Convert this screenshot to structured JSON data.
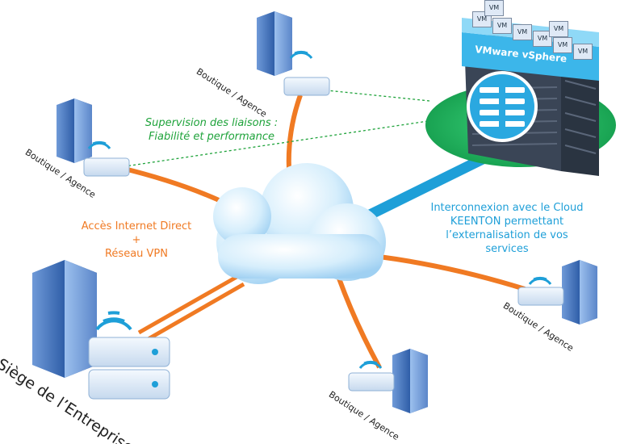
{
  "labels": {
    "branch": "Boutique / Agence",
    "hq": "Siège de l’Entreprise",
    "internet_line1": "Accès Internet Direct",
    "internet_plus": "+",
    "internet_line2": "Réseau VPN",
    "monitor_line1": "Supervision des liaisons :",
    "monitor_line2": "Fiabilité et performance",
    "cloud_line1": "Interconnexion avec le Cloud",
    "cloud_line2": "KEENTON permettant",
    "cloud_line3": "l’externalisation de vos",
    "cloud_line4": "services",
    "vsphere": "VMware vSphere",
    "vm": "VM"
  },
  "colors": {
    "orange": "#f07a23",
    "blue_link": "#1e9fd8",
    "green": "#1fa33b",
    "cloud": "#c7e7fb",
    "building": "#2f5ea8"
  }
}
